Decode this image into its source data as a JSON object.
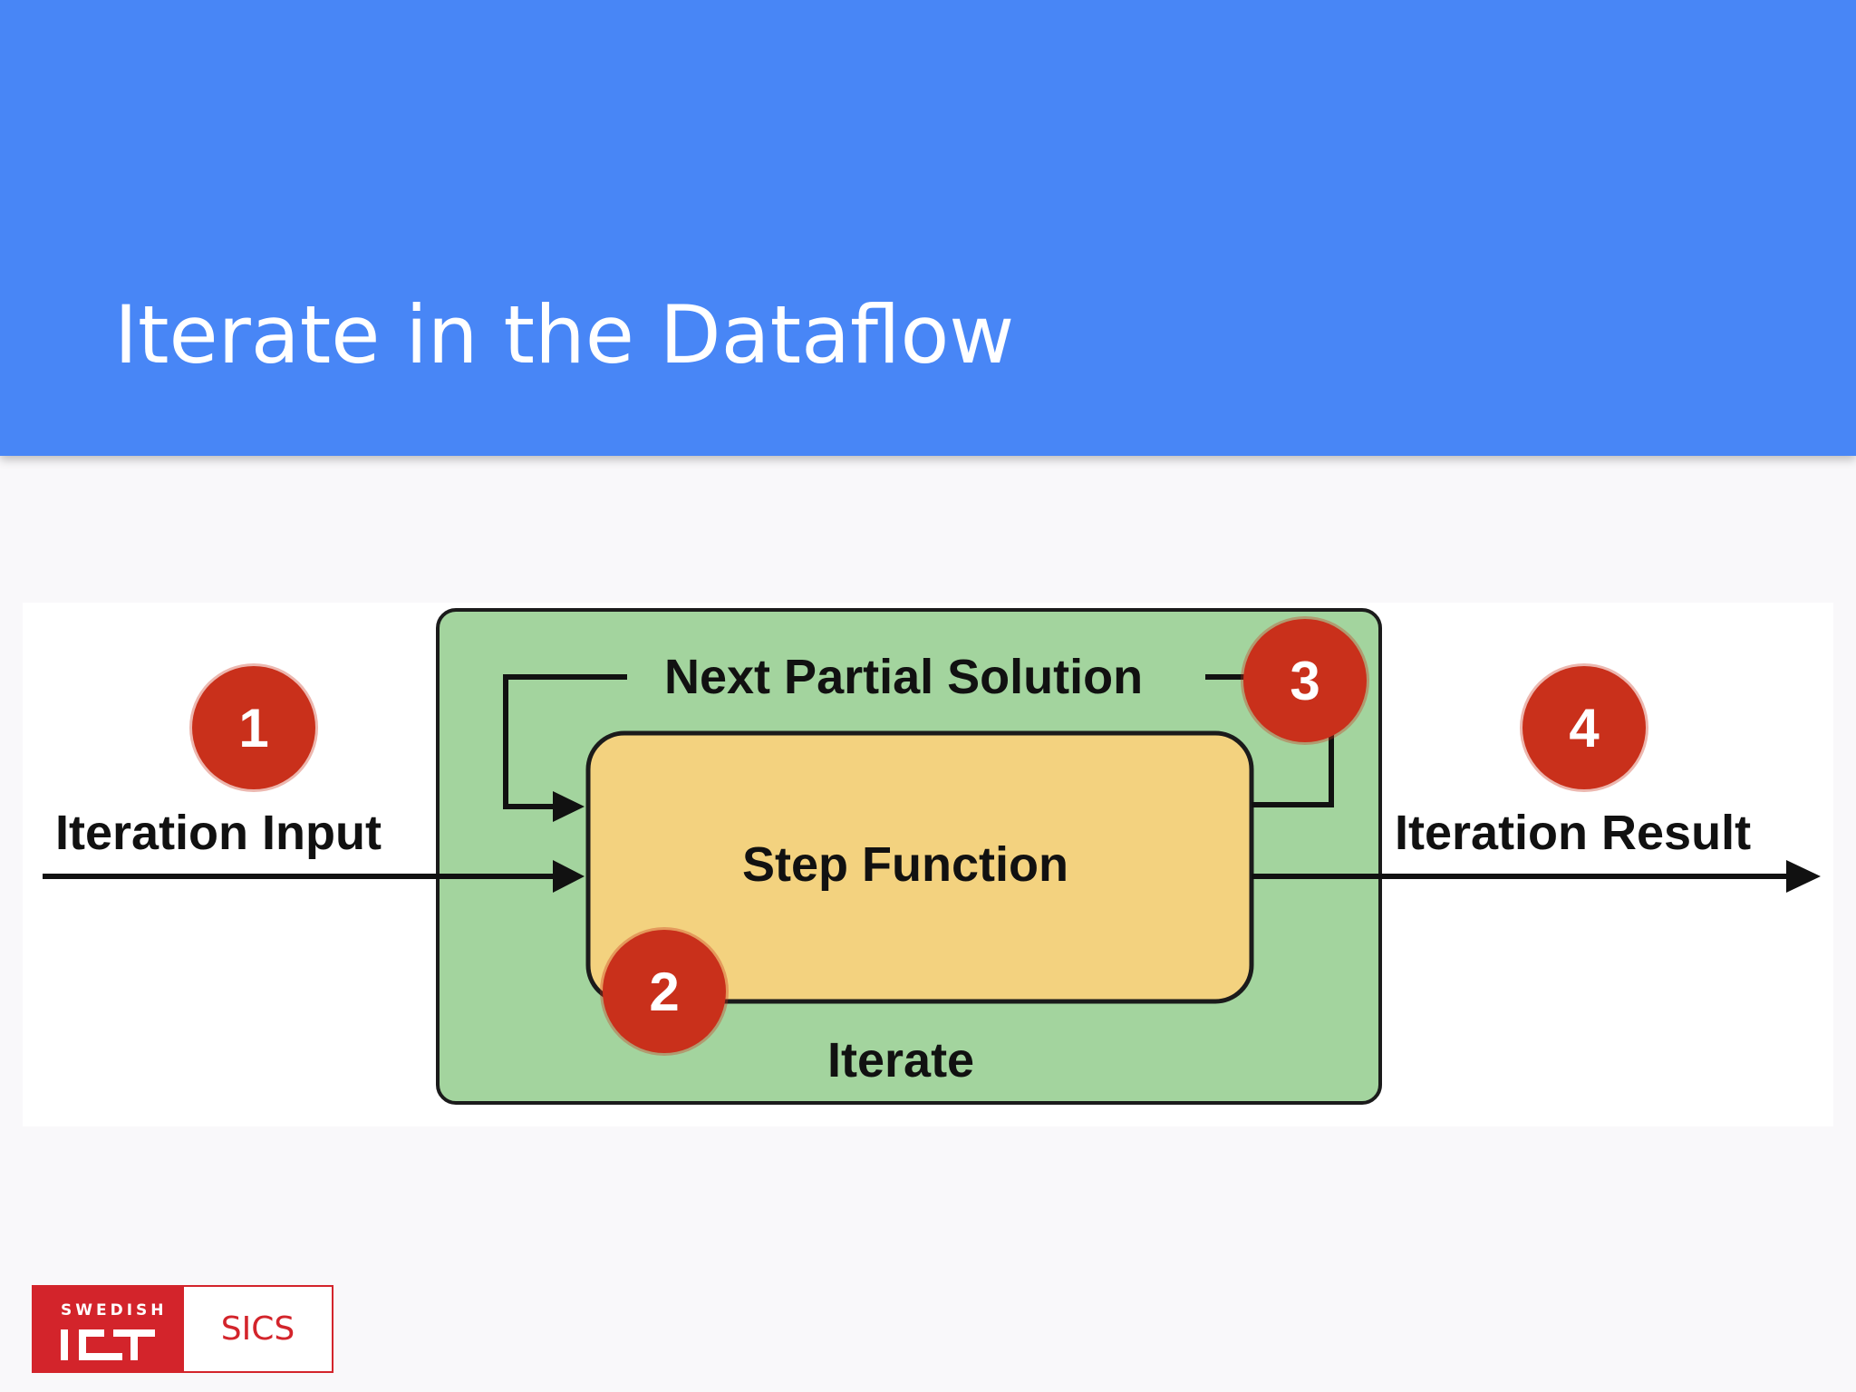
{
  "slide": {
    "title": "Iterate in the Dataflow"
  },
  "diagram": {
    "input_label": "Iteration Input",
    "result_label": "Iteration Result",
    "feedback_label": "Next Partial Solution",
    "step_label": "Step Function",
    "container_label": "Iterate",
    "badges": [
      "1",
      "2",
      "3",
      "4"
    ],
    "colors": {
      "container_fill": "#a3d49e",
      "step_fill": "#f3d27f",
      "badge": "#c9301b",
      "title_bar": "#4886f6"
    }
  },
  "logo": {
    "small_text": "SWEDISH",
    "right_text": "SICS",
    "colors": {
      "brand": "#d3242b"
    }
  }
}
